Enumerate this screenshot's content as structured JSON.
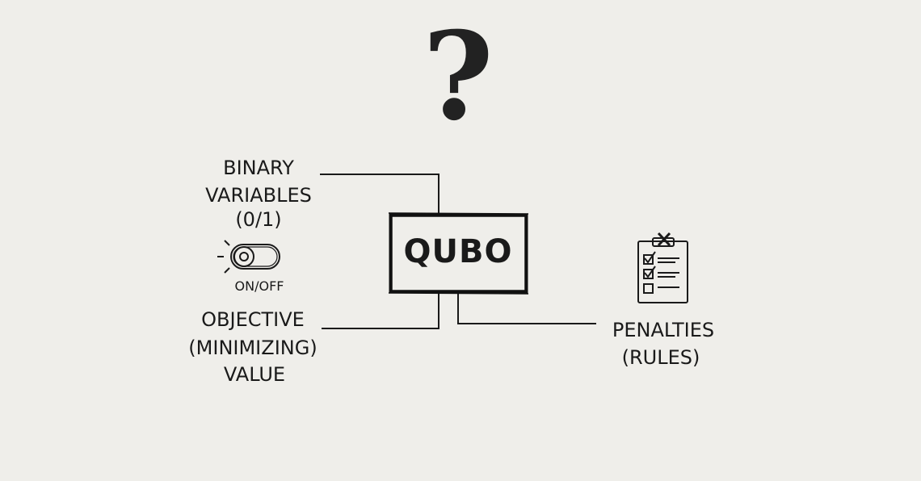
{
  "header": {
    "question_mark": "?"
  },
  "center": {
    "title": "QUBO"
  },
  "left_top": {
    "lines": [
      "BINARY",
      "VARIABLES",
      "(0/1)"
    ],
    "toggle_label": "ON/OFF",
    "icon": "toggle-switch-icon"
  },
  "left_bottom": {
    "lines": [
      "OBJECTIVE",
      "(MINIMIZING)",
      "VALUE"
    ]
  },
  "right": {
    "lines": [
      "PENALTIES",
      "(RULES)"
    ],
    "icon": "clipboard-checklist-icon"
  },
  "colors": {
    "background": "#efeeea",
    "ink": "#1a1a1a"
  }
}
